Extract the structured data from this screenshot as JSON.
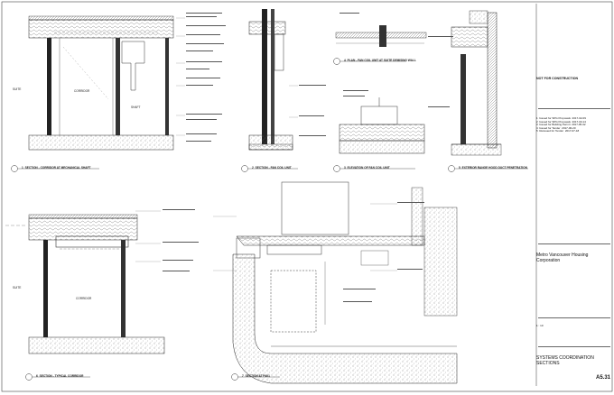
{
  "titleblock": {
    "status": "NOT FOR CONSTRUCTION",
    "revisions": [
      {
        "no": "1",
        "desc": "Issued for SPG Proposals",
        "date": "2017-02-09"
      },
      {
        "no": "2",
        "desc": "Issued for SPG Proposals",
        "date": "2017-03-14"
      },
      {
        "no": "3",
        "desc": "Issued for Building Permit",
        "date": "2017-05-02"
      },
      {
        "no": "4",
        "desc": "Issued for Tender",
        "date": "2017-06-20"
      },
      {
        "no": "5",
        "desc": "Reissued for Tender",
        "date": "2017-07-18"
      }
    ],
    "client": "Metro Vancouver Housing Corporation",
    "drawing_title": "SYSTEMS COORDINATION SECTIONS",
    "scale": "1 : 10",
    "sheet_no": "A5.31"
  },
  "details": [
    {
      "num": "1",
      "title": "SECTION - CORRIDOR AT MECHANICAL SHAFT"
    },
    {
      "num": "2",
      "title": "SECTION - FAN COIL UNIT"
    },
    {
      "num": "3",
      "title": "ELEVATION OF FAN COIL UNIT"
    },
    {
      "num": "4",
      "title": "PLAN - FAN COIL UNIT AT SUITE DEMISING WALL"
    },
    {
      "num": "5",
      "title": "EXTERIOR RANGE HOOD DUCT PENETRATION"
    },
    {
      "num": "6",
      "title": "SECTION - TYPICAL CORRIDOR"
    },
    {
      "num": "7",
      "title": "SECTION AT P401"
    }
  ],
  "room_labels": {
    "corridor": "CORRIDOR",
    "suite": "SUITE",
    "shaft": "SHAFT"
  }
}
